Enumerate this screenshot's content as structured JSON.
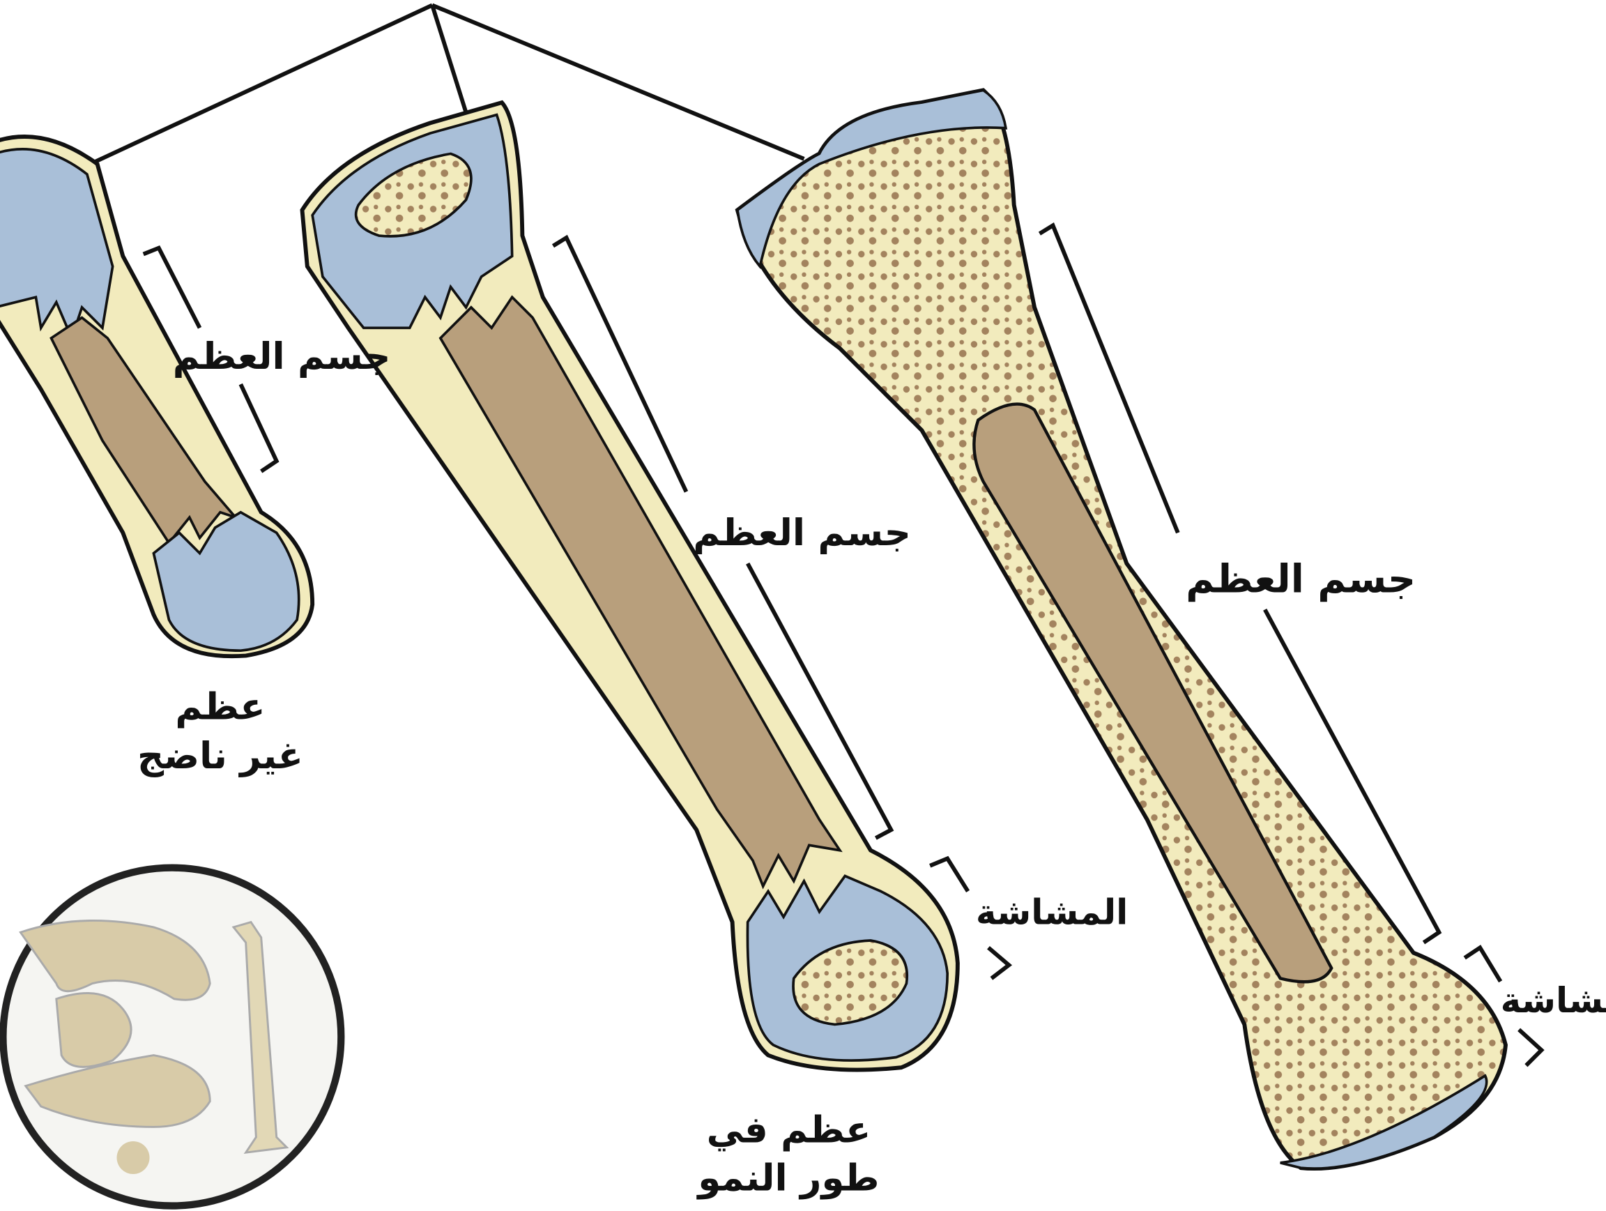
{
  "labels": {
    "diaphysis_1": "جسم العظم",
    "diaphysis_2": "جسم العظم",
    "diaphysis_3": "جسم العظم",
    "epiphysis_2": "المشاشة",
    "epiphysis_3": "المشاشة"
  },
  "captions": {
    "immature_line1": "عظم",
    "immature_line2": "غير ناضج",
    "growing_line1": "عظم في",
    "growing_line2": "طور النمو"
  },
  "colors": {
    "cartilage": "#a9bfd8",
    "bone": "#f2ebbd",
    "marrow": "#b89f7c",
    "dots": "#a3835e",
    "outline": "#111111"
  }
}
